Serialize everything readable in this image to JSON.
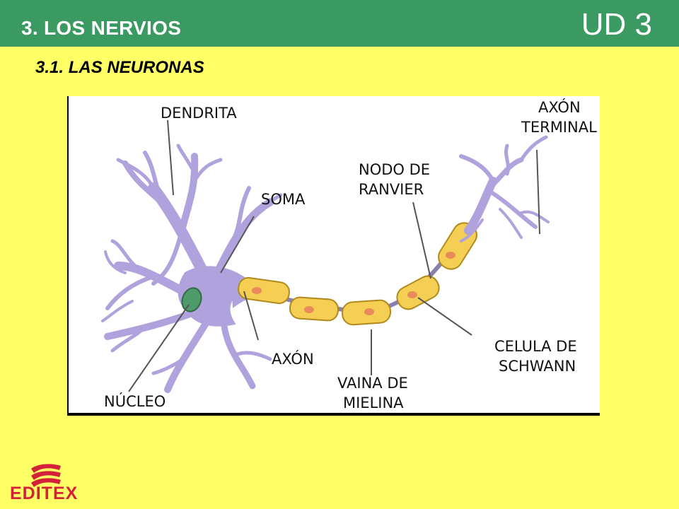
{
  "header": {
    "title": "3. LOS NERVIOS",
    "unit": "UD 3"
  },
  "subtitle": "3.1. LAS NEURONAS",
  "diagram": {
    "labels": {
      "dendrita": "DENDRITA",
      "axon_terminal_1": "AXÓN",
      "axon_terminal_2": "TERMINAL",
      "nodo_1": "NODO DE",
      "nodo_2": "RANVIER",
      "soma": "SOMA",
      "axon": "AXÓN",
      "nucleo": "NÚCLEO",
      "vaina_1": "VAINA DE",
      "vaina_2": "MIELINA",
      "celula_1": "CELULA DE",
      "celula_2": "SCHWANN"
    },
    "colors": {
      "neuron": "#b0a2dc",
      "neuron_outline": "#6a5a9c",
      "nucleus": "#4f9a6a",
      "myelin": "#f5cf54",
      "myelin_outline": "#b08a1c",
      "myelin_nucleus": "#e98a5a"
    }
  },
  "logo": {
    "text": "EDITEX",
    "color": "#d4213a"
  }
}
